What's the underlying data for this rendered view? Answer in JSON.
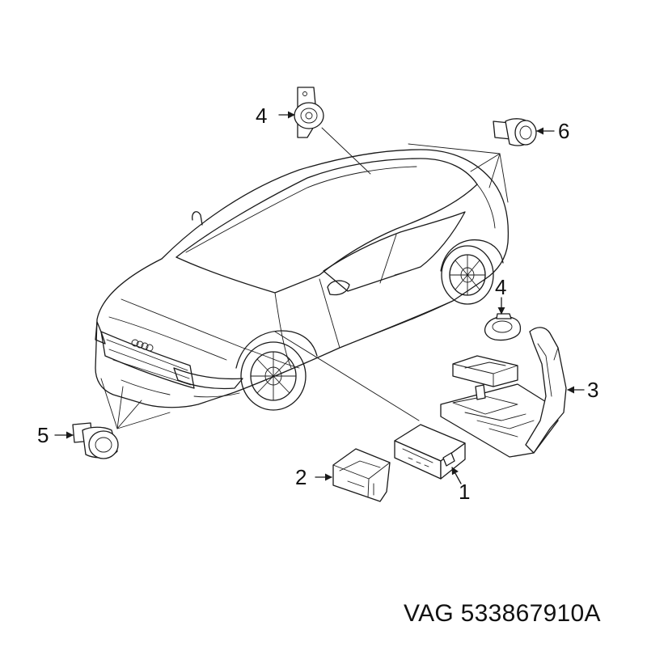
{
  "callouts": {
    "c1": "1",
    "c2": "2",
    "c3": "3",
    "c4_top": "4",
    "c4_right": "4",
    "c5": "5",
    "c6": "6"
  },
  "part_number": "VAG 533867910A",
  "colors": {
    "line": "#1a1a1a",
    "background": "#ffffff",
    "text": "#111111"
  }
}
